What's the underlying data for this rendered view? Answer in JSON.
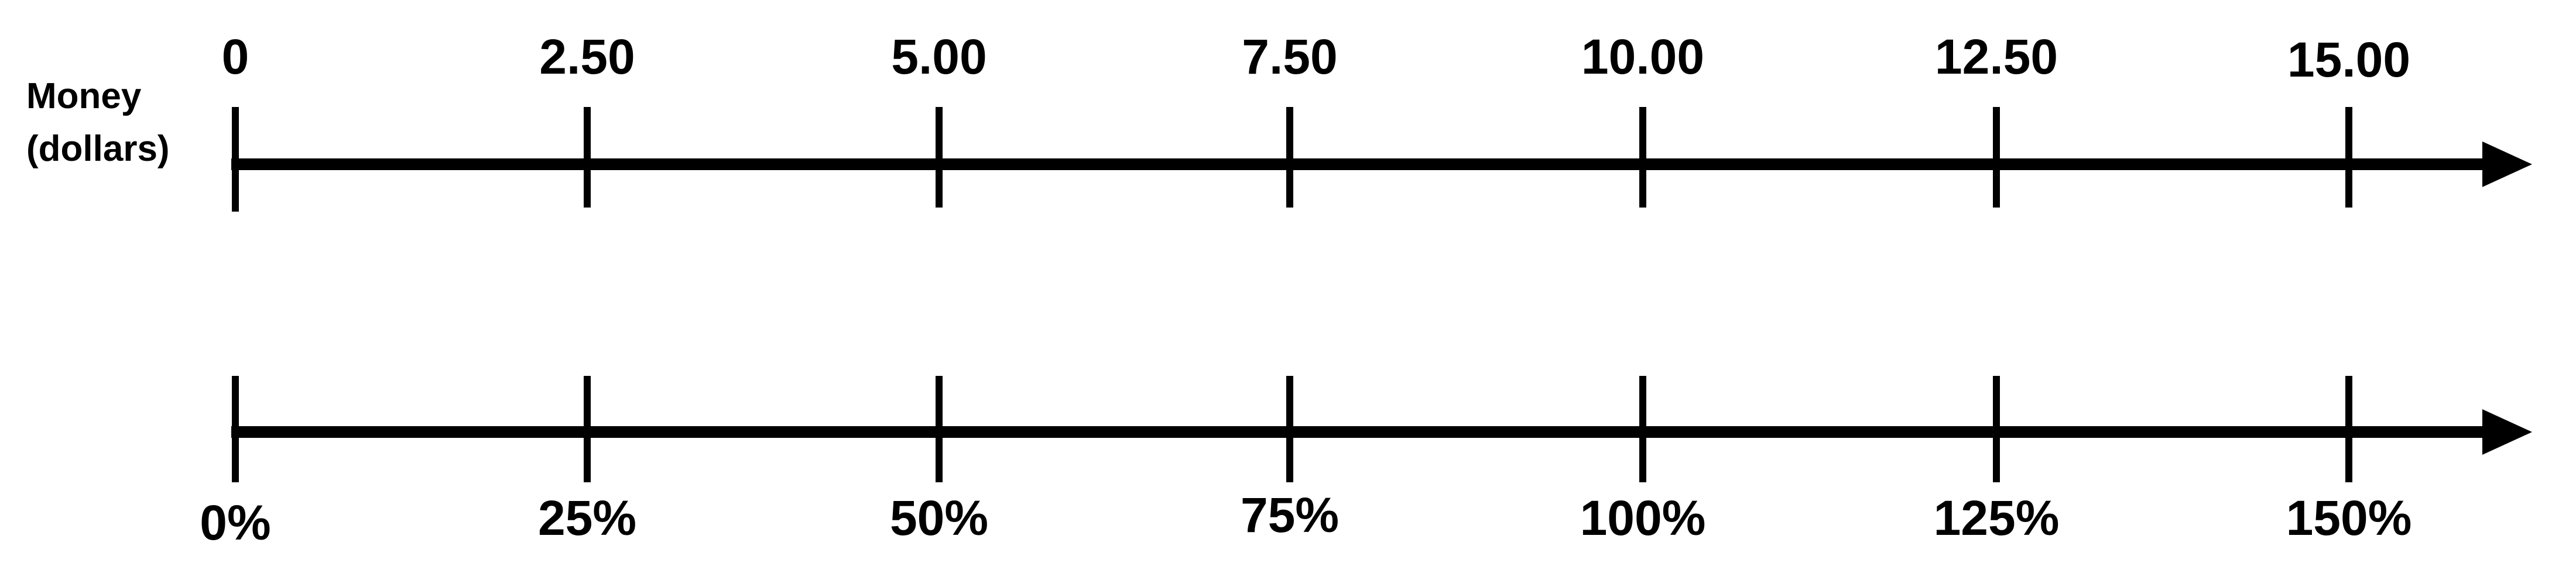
{
  "colors": {
    "line": "#000000",
    "background": "#ffffff"
  },
  "top_line": {
    "title_lines": [
      "Money",
      "(dollars)"
    ],
    "ticks": [
      {
        "value": 0,
        "label": "0"
      },
      {
        "value": 2.5,
        "label": "2.50"
      },
      {
        "value": 5,
        "label": "5.00"
      },
      {
        "value": 7.5,
        "label": "7.50"
      },
      {
        "value": 10,
        "label": "10.00"
      },
      {
        "value": 12.5,
        "label": "12.50"
      },
      {
        "value": 15,
        "label": "15.00"
      }
    ]
  },
  "bottom_line": {
    "ticks": [
      {
        "value": 0,
        "label": "0%"
      },
      {
        "value": 25,
        "label": "25%"
      },
      {
        "value": 50,
        "label": "50%"
      },
      {
        "value": 75,
        "label": "75%"
      },
      {
        "value": 100,
        "label": "100%"
      },
      {
        "value": 125,
        "label": "125%"
      },
      {
        "value": 150,
        "label": "150%"
      }
    ]
  }
}
